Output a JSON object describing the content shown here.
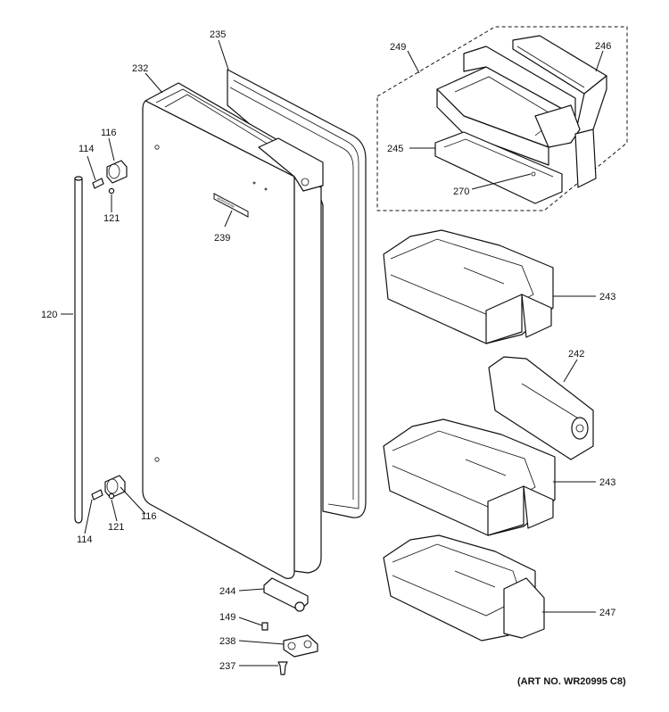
{
  "callouts": {
    "c235": "235",
    "c232": "232",
    "c249": "249",
    "c246": "246",
    "c116a": "116",
    "c114a": "114",
    "c121a": "121",
    "c245": "245",
    "c270": "270",
    "c239": "239",
    "c243a": "243",
    "c120": "120",
    "c242": "242",
    "c243b": "243",
    "c121b": "121",
    "c116b": "116",
    "c114b": "114",
    "c244": "244",
    "c149": "149",
    "c238": "238",
    "c237": "237",
    "c247": "247"
  },
  "art_number": "(ART NO. WR20995 C8)",
  "door_badge": "MONOGRAM"
}
